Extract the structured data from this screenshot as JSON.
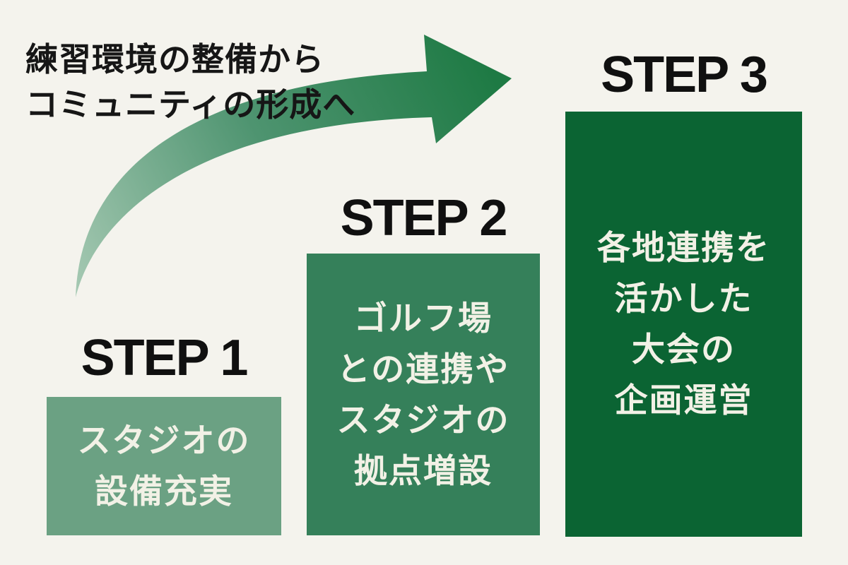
{
  "canvas": {
    "background": "#f4f3ed"
  },
  "heading": {
    "line1": "練習環境の整備から",
    "line2": "コミュニティの形成へ",
    "color": "#161616"
  },
  "arrow": {
    "description": "curved upward swoosh arrow pointing right",
    "gradient": {
      "start": "#a6c9b3",
      "mid": "#4e9470",
      "end": "#1e7a44"
    }
  },
  "steps": [
    {
      "label": "STEP 1",
      "box_color": "#6ba183",
      "text_color": "#f2f1e6",
      "lines": [
        "スタジオの",
        "設備充実"
      ]
    },
    {
      "label": "STEP 2",
      "box_color": "#35805a",
      "text_color": "#f2f1e6",
      "lines": [
        "ゴルフ場",
        "との連携や",
        "スタジオの",
        "拠点増設"
      ]
    },
    {
      "label": "STEP 3",
      "box_color": "#0b6433",
      "text_color": "#f2f1e6",
      "lines": [
        "各地連携を",
        "活かした",
        "大会の",
        "企画運営"
      ]
    }
  ]
}
